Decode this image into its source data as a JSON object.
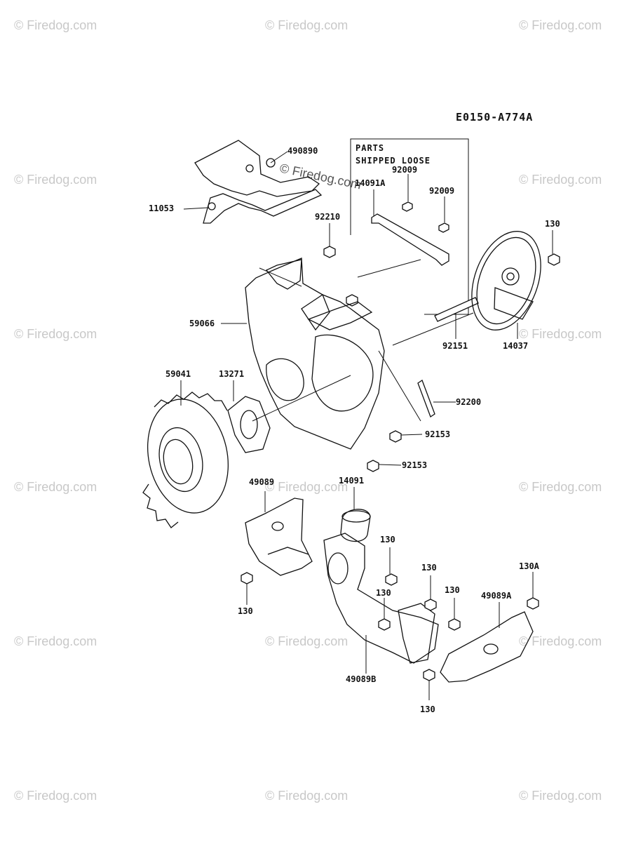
{
  "diagram_code": "E0150-A774A",
  "loose_parts_box": {
    "line1": "PARTS",
    "line2": "SHIPPED LOOSE"
  },
  "watermark": "© Firedog.com",
  "labels": {
    "p490890": "490890",
    "p11053": "11053",
    "p92009a": "92009",
    "p14091A": "14091A",
    "p92009b": "92009",
    "p92210": "92210",
    "p130_top": "130",
    "p59066": "59066",
    "p92151": "92151",
    "p14037": "14037",
    "p59041": "59041",
    "p13271": "13271",
    "p92200": "92200",
    "p92153a": "92153",
    "p92153b": "92153",
    "p49089": "49089",
    "p14091": "14091",
    "p130_a": "130",
    "p130_b": "130",
    "p130_c": "130",
    "p130_d": "130",
    "p130A": "130A",
    "p49089A": "49089A",
    "p130_e": "130",
    "p49089B": "49089B",
    "p130_f": "130"
  }
}
